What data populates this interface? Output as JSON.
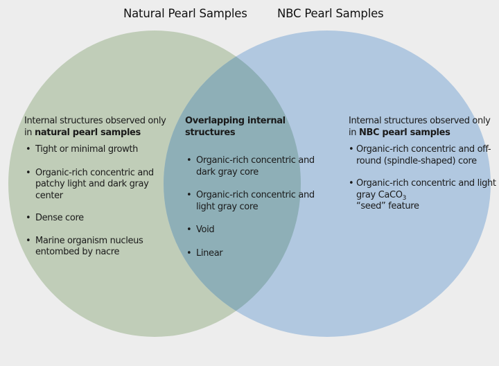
{
  "diagram": {
    "type": "venn",
    "colors": {
      "background": "#EDEDED",
      "natural": "#C0CDB8",
      "nbc": "#B1C8E0",
      "overlap": "#8EAFB7"
    },
    "sets": {
      "natural": {
        "title": "Natural Pearl Samples",
        "intro_prefix": "Internal structures observed only in ",
        "intro_bold": "natural pearl samples",
        "items": [
          "Tight or minimal growth",
          "Organic-rich concentric and patchy light and dark gray center",
          "Dense core",
          "Marine organism nucleus entombed by nacre"
        ]
      },
      "overlap": {
        "heading": "Overlapping internal structures",
        "items": [
          "Organic-rich concentric and dark gray core",
          "Organic-rich concentric and light gray core",
          "Void",
          "Linear"
        ]
      },
      "nbc": {
        "title": "NBC Pearl Samples",
        "intro_prefix": "Internal structures observed only in ",
        "intro_bold": "NBC pearl samples",
        "items": [
          "Organic-rich concentric and off-round (spindle-shaped) core",
          "Organic-rich concentric and light gray CaCO",
          "3",
          "“seed” feature"
        ]
      }
    }
  }
}
